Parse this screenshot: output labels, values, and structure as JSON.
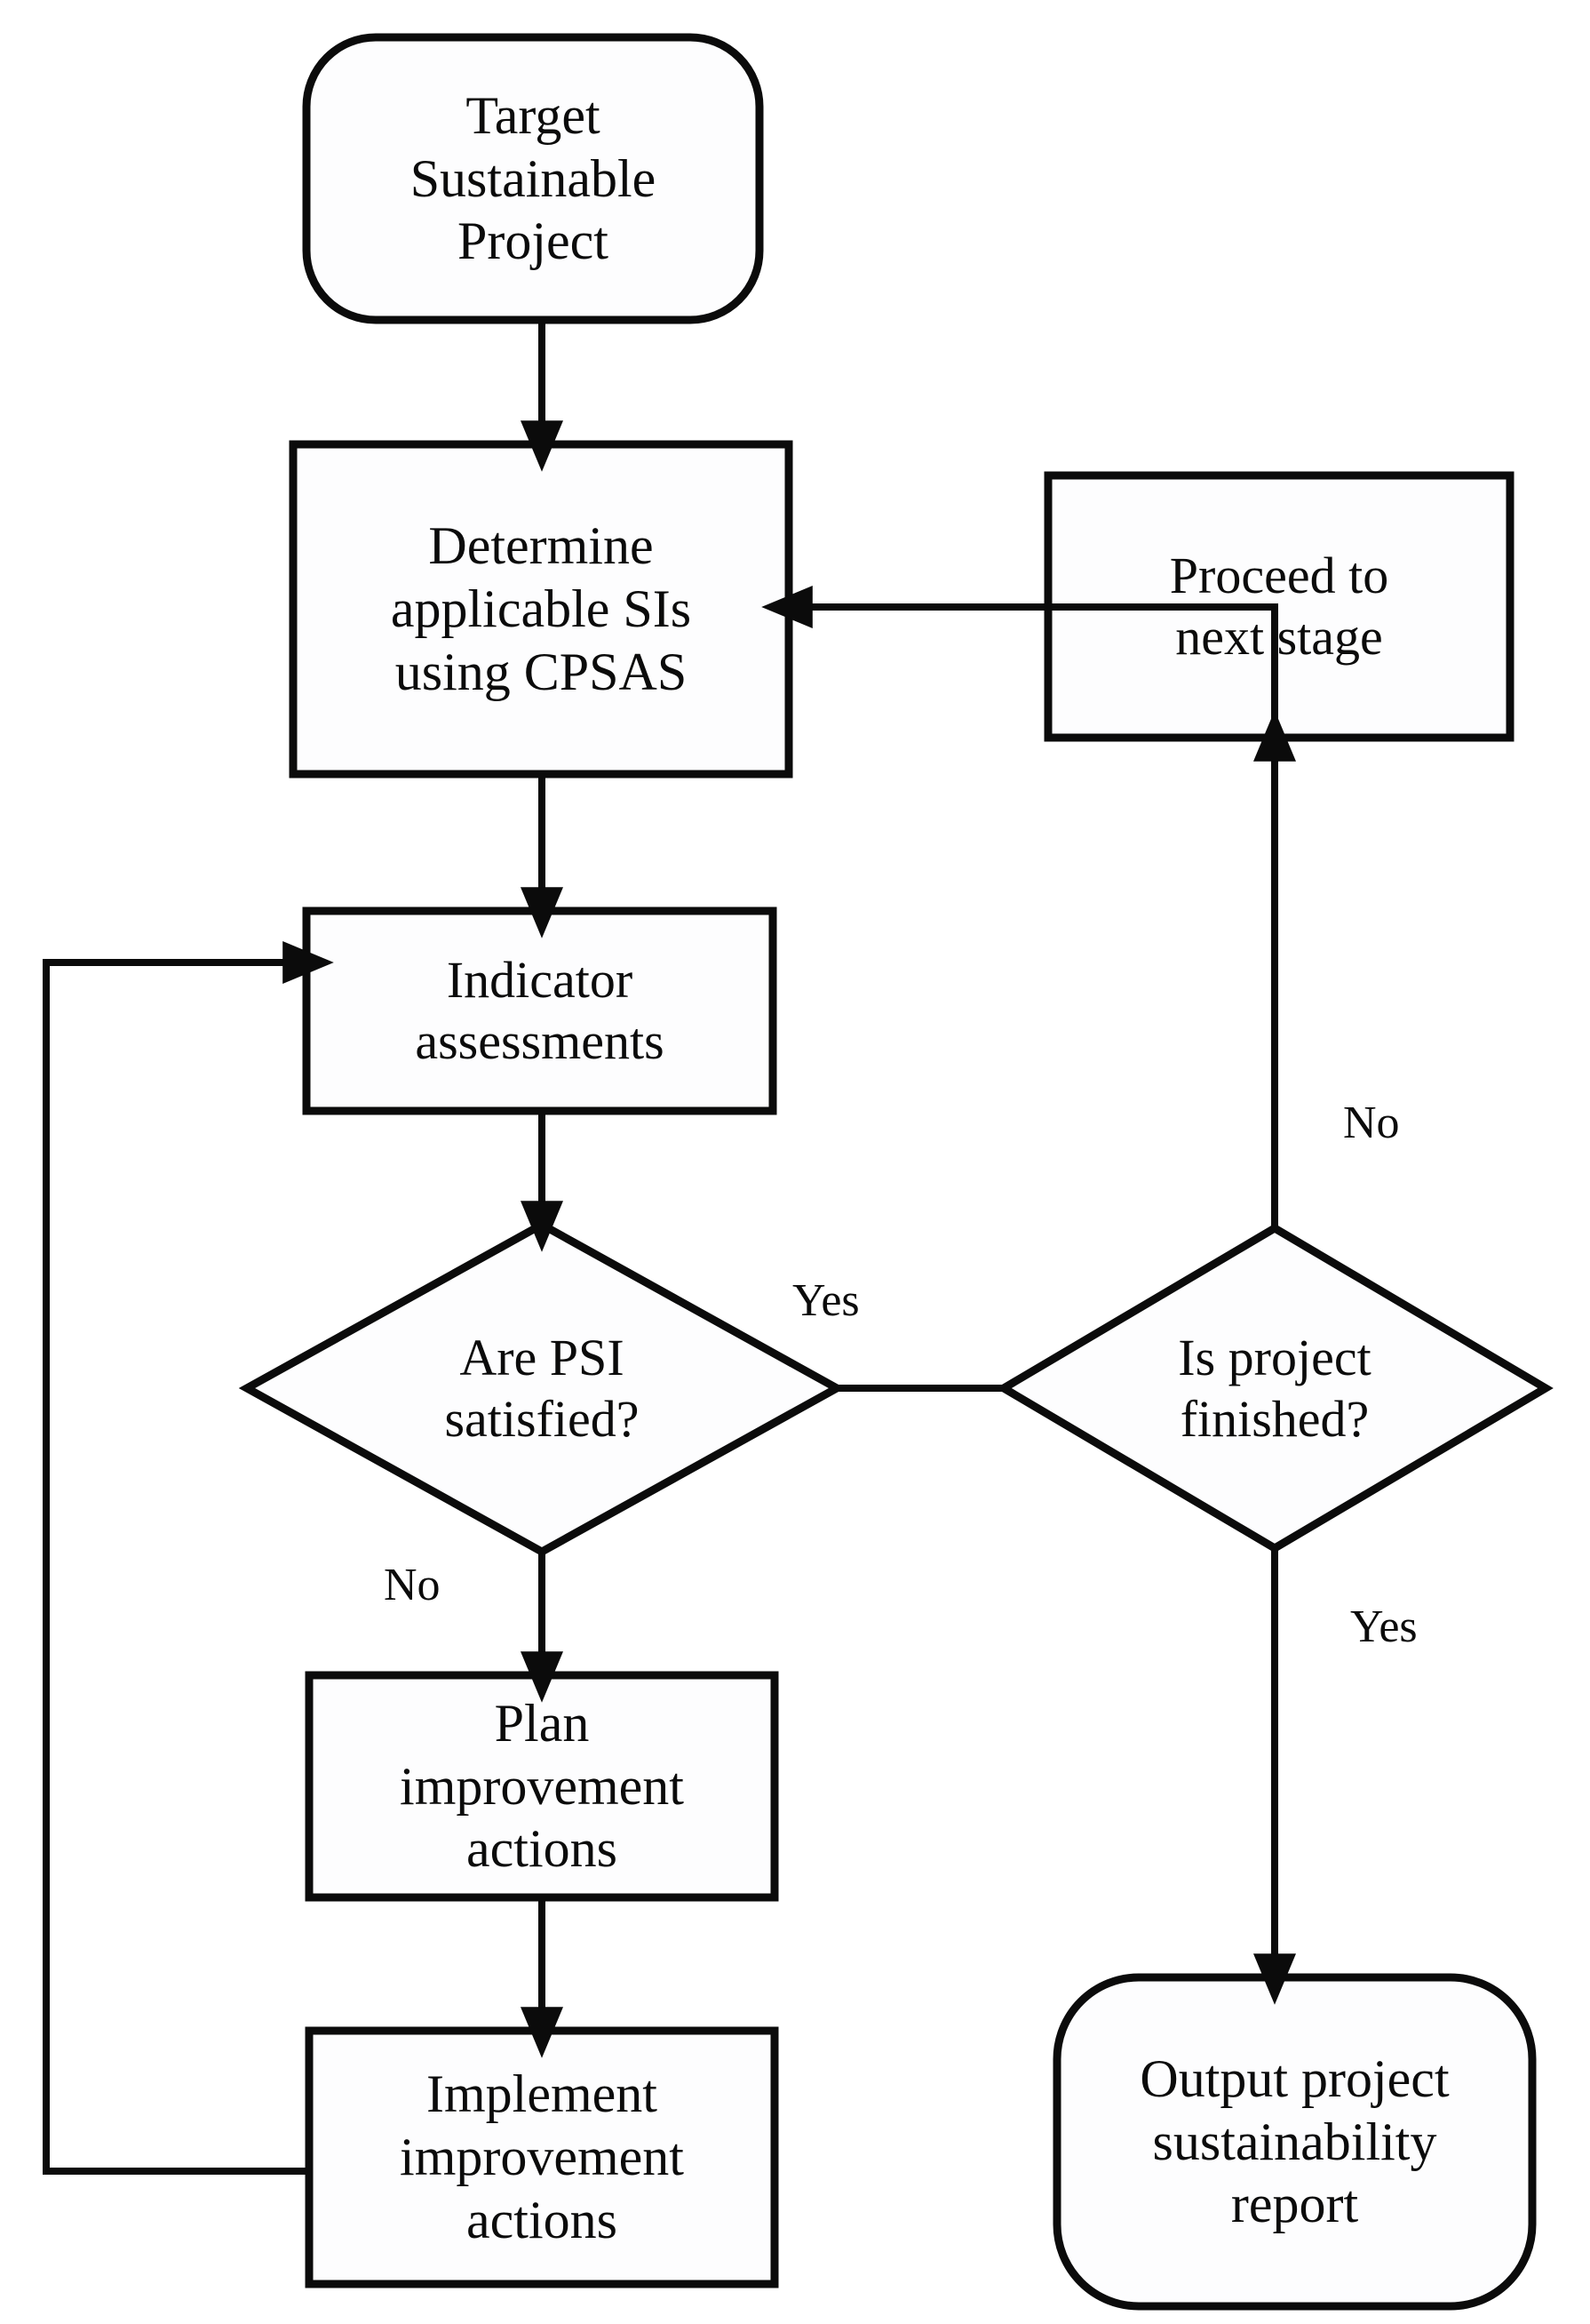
{
  "diagram": {
    "title": "Sustainable project assessment flowchart",
    "type": "flowchart",
    "colors": {
      "background": "#ffffff",
      "stroke": "#0b0b0b",
      "fill": "#fdfdfe",
      "text": "#0b0b0b"
    },
    "nodes": [
      {
        "id": "target-project",
        "shape": "terminator",
        "label": "Target\nSustainable\nProject"
      },
      {
        "id": "determine-sis",
        "shape": "process",
        "label": "Determine\napplicable SIs\nusing CPSAS"
      },
      {
        "id": "proceed-next-stage",
        "shape": "process",
        "label": "Proceed to\nnext stage"
      },
      {
        "id": "indicator-assessments",
        "shape": "process",
        "label": "Indicator\nassessments"
      },
      {
        "id": "are-psi-satisfied",
        "shape": "decision",
        "label": "Are PSI\nsatisfied?"
      },
      {
        "id": "is-project-finished",
        "shape": "decision",
        "label": "Is project\nfinished?"
      },
      {
        "id": "plan-improvement",
        "shape": "process",
        "label": "Plan\nimprovement\nactions"
      },
      {
        "id": "implement-improvement",
        "shape": "process",
        "label": "Implement\nimprovement\nactions"
      },
      {
        "id": "output-report",
        "shape": "terminator",
        "label": "Output project\nsustainability\nreport"
      }
    ],
    "edge_labels": {
      "psi_yes": "Yes",
      "psi_no": "No",
      "finished_no": "No",
      "finished_yes": "Yes"
    },
    "edges": [
      {
        "id": "target-to-determine",
        "from": "target-project",
        "to": "determine-sis",
        "label": ""
      },
      {
        "id": "determine-to-indicator",
        "from": "determine-sis",
        "to": "indicator-assessments",
        "label": ""
      },
      {
        "id": "indicator-to-psi",
        "from": "indicator-assessments",
        "to": "are-psi-satisfied",
        "label": ""
      },
      {
        "id": "psi-yes-to-finished",
        "from": "are-psi-satisfied",
        "to": "is-project-finished",
        "label": "Yes"
      },
      {
        "id": "psi-no-to-plan",
        "from": "are-psi-satisfied",
        "to": "plan-improvement",
        "label": "No"
      },
      {
        "id": "plan-to-implement",
        "from": "plan-improvement",
        "to": "implement-improvement",
        "label": ""
      },
      {
        "id": "implement-to-indicator",
        "from": "implement-improvement",
        "to": "indicator-assessments",
        "label": ""
      },
      {
        "id": "finished-no-to-proceed",
        "from": "is-project-finished",
        "to": "proceed-next-stage",
        "label": "No"
      },
      {
        "id": "proceed-to-determine",
        "from": "proceed-next-stage",
        "to": "determine-sis",
        "label": ""
      },
      {
        "id": "finished-yes-to-output",
        "from": "is-project-finished",
        "to": "output-report",
        "label": "Yes"
      }
    ]
  }
}
